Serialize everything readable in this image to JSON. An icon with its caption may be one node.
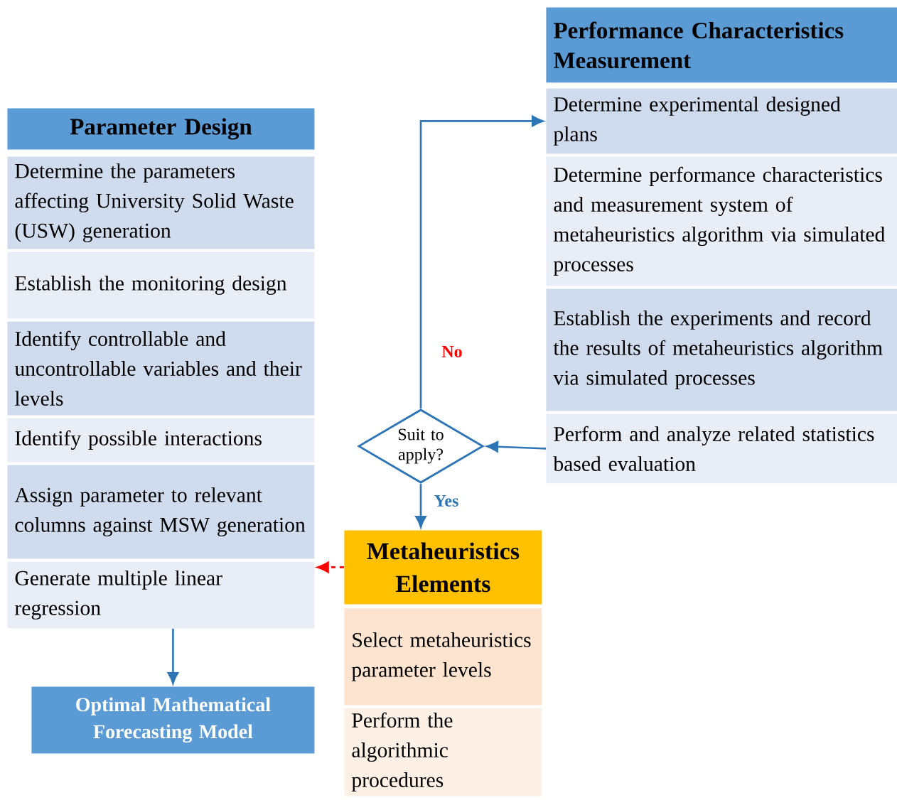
{
  "diagram": {
    "nodes": [
      {
        "text": [
          "Parameter Design"
        ]
      },
      {
        "text": [
          "Determine the parameters affecting University Solid Waste (USW) generation"
        ]
      },
      {
        "text": [
          "Establish the monitoring design"
        ]
      },
      {
        "text": [
          "Identify controllable and uncontrollable variables and their levels"
        ]
      },
      {
        "text": [
          "Identify possible interactions"
        ]
      },
      {
        "text": [
          "Assign parameter to relevant columns against MSW generation"
        ]
      },
      {
        "text": [
          "Generate multiple linear regression"
        ]
      },
      {
        "text": [
          "Optimal Mathematical Forecasting Model"
        ]
      },
      {
        "text": [
          "Performance Characteristics Measurement"
        ]
      },
      {
        "text": [
          "Determine  experimental designed plans"
        ]
      },
      {
        "text": [
          "Determine performance characteristics and measurement system of metaheuristics algorithm via simulated processes"
        ]
      },
      {
        "text": [
          "Establish the experiments and record the results  of metaheuristics algorithm via simulated processes"
        ]
      },
      {
        "text": [
          "Perform and analyze related statistics based evaluation"
        ]
      },
      {
        "text": [
          "Suit to apply?"
        ]
      },
      {
        "text": [
          "Metaheuristics Elements"
        ]
      },
      {
        "text": [
          "Select metaheuristics parameter levels"
        ]
      },
      {
        "text": [
          "Perform the algorithmic procedures"
        ]
      }
    ],
    "edges": [
      {
        "from": 6,
        "to": 7,
        "arrow": "to"
      },
      {
        "from": 12,
        "to": 13,
        "arrow": "to"
      },
      {
        "from": 13,
        "to": 9,
        "arrow": "to",
        "label": "No"
      },
      {
        "from": 13,
        "to": 14,
        "arrow": "to",
        "label": "Yes"
      },
      {
        "from": 14,
        "to": 6,
        "arrow": "to",
        "style": "dashed",
        "color": "#ff0000"
      }
    ]
  }
}
